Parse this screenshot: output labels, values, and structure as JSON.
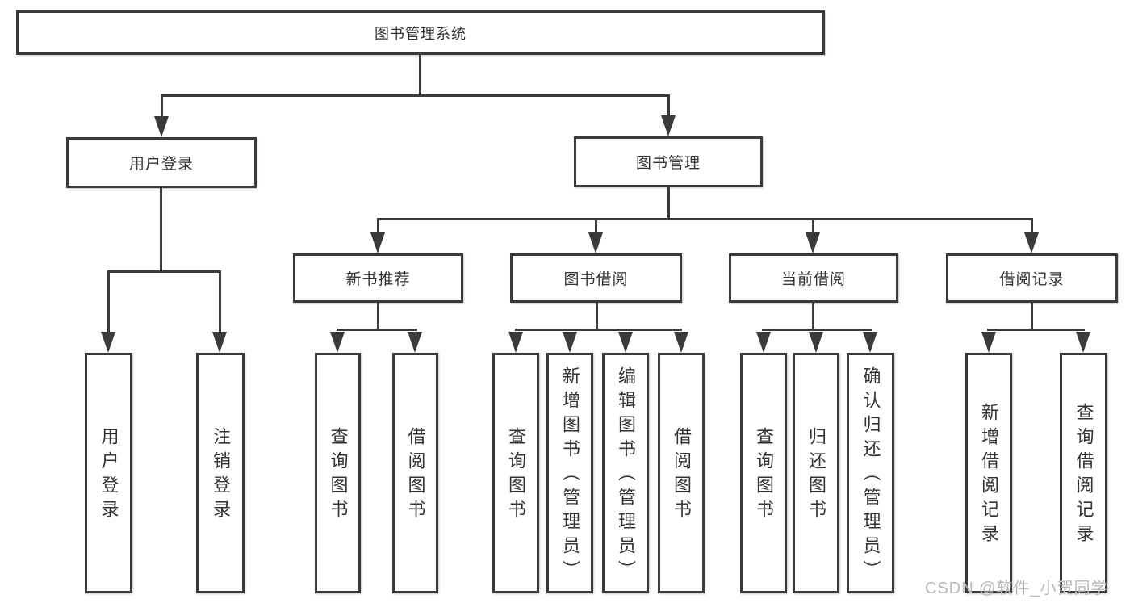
{
  "diagram": {
    "root": "图书管理系统",
    "level2": {
      "user_login": "用户登录",
      "book_mgmt": "图书管理"
    },
    "level3": {
      "new_books": "新书推荐",
      "book_borrow": "图书借阅",
      "current_borrow": "当前借阅",
      "borrow_records": "借阅记录"
    },
    "leaves": {
      "user_login": [
        "用户登录",
        "注销登录"
      ],
      "new_books": [
        "查询图书",
        "借阅图书"
      ],
      "book_borrow": [
        "查询图书",
        "新增图书（管理员）",
        "编辑图书（管理员）",
        "借阅图书"
      ],
      "current_borrow": [
        "查询图书",
        "归还图书",
        "确认归还（管理员）"
      ],
      "borrow_records": [
        "新增借阅记录",
        "查询借阅记录"
      ]
    }
  },
  "watermark": "CSDN @软件_小贺同学",
  "colors": {
    "line": "#3a3a3a",
    "text": "#333333",
    "background": "#ffffff",
    "watermark": "#b8b8b8"
  }
}
